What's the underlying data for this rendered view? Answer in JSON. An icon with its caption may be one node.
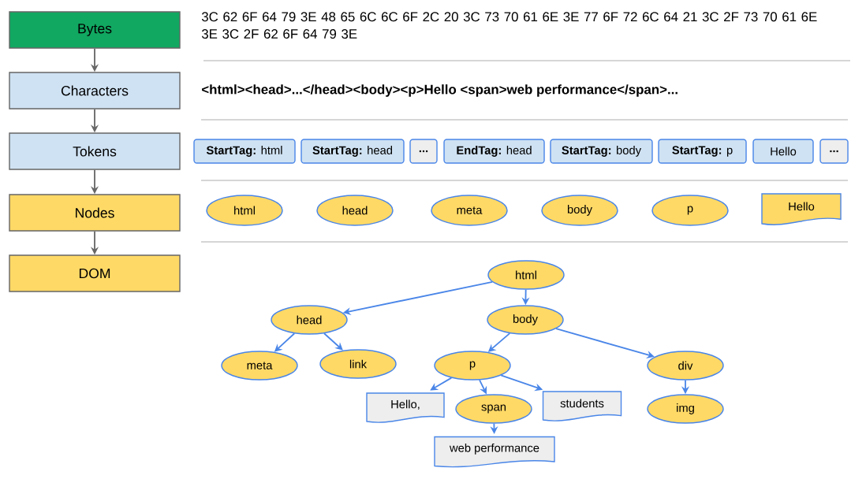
{
  "diagram": {
    "nodes": [
      {
        "text": [
          "Bytes"
        ]
      },
      {
        "text": [
          "Characters"
        ]
      },
      {
        "text": [
          "Tokens"
        ]
      },
      {
        "text": [
          "Nodes"
        ]
      },
      {
        "text": [
          "DOM"
        ]
      },
      {
        "text": [
          "**StartTag:** html"
        ]
      },
      {
        "text": [
          "**StartTag:** head"
        ]
      },
      {
        "text": [
          "**...**"
        ]
      },
      {
        "text": [
          "**EndTag:** head"
        ]
      },
      {
        "text": [
          "**StartTag:** body"
        ]
      },
      {
        "text": [
          "**StartTag:** p"
        ]
      },
      {
        "text": [
          "Hello"
        ]
      },
      {
        "text": [
          "**...**"
        ]
      },
      {
        "text": [
          "html"
        ]
      },
      {
        "text": [
          "head"
        ]
      },
      {
        "text": [
          "meta"
        ]
      },
      {
        "text": [
          "body"
        ]
      },
      {
        "text": [
          "p"
        ]
      },
      {
        "text": [
          "Hello"
        ]
      },
      {
        "text": [
          "html"
        ]
      },
      {
        "text": [
          "head"
        ]
      },
      {
        "text": [
          "body"
        ]
      },
      {
        "text": [
          "meta"
        ]
      },
      {
        "text": [
          "link"
        ]
      },
      {
        "text": [
          "p"
        ]
      },
      {
        "text": [
          "div"
        ]
      },
      {
        "text": [
          "Hello,"
        ]
      },
      {
        "text": [
          "span"
        ]
      },
      {
        "text": [
          "students"
        ]
      },
      {
        "text": [
          "img"
        ]
      },
      {
        "text": [
          "web performance"
        ]
      }
    ],
    "edges": [
      {
        "from": 0,
        "to": 1,
        "arrow": "to",
        "color": "#666666"
      },
      {
        "from": 1,
        "to": 2,
        "arrow": "to",
        "color": "#666666"
      },
      {
        "from": 2,
        "to": 3,
        "arrow": "to",
        "color": "#666666"
      },
      {
        "from": 3,
        "to": 4,
        "arrow": "to",
        "color": "#666666"
      },
      {
        "from": 19,
        "to": 20,
        "arrow": "to"
      },
      {
        "from": 19,
        "to": 21,
        "arrow": "to"
      },
      {
        "from": 20,
        "to": 22,
        "arrow": "to"
      },
      {
        "from": 20,
        "to": 23,
        "arrow": "to"
      },
      {
        "from": 21,
        "to": 24,
        "arrow": "to"
      },
      {
        "from": 21,
        "to": 25,
        "arrow": "to"
      },
      {
        "from": 24,
        "to": 26,
        "arrow": "to"
      },
      {
        "from": 24,
        "to": 27,
        "arrow": "to"
      },
      {
        "from": 24,
        "to": 28,
        "arrow": "to"
      },
      {
        "from": 27,
        "to": 30,
        "arrow": "to"
      },
      {
        "from": 25,
        "to": 29,
        "arrow": "to"
      }
    ],
    "labels": [
      "3C 62 6F 64 79 3E 48 65 6C 6C 6F 2C 20 3C 73 70 61 6E 3E 77 6F 72 6C 64 21 3C 2F 73 70 61 6E 3E 3C 2F 62 6F 64 79 3E",
      "<html><head>...</head><body><p>Hello <span>web performance</span>..."
    ]
  }
}
